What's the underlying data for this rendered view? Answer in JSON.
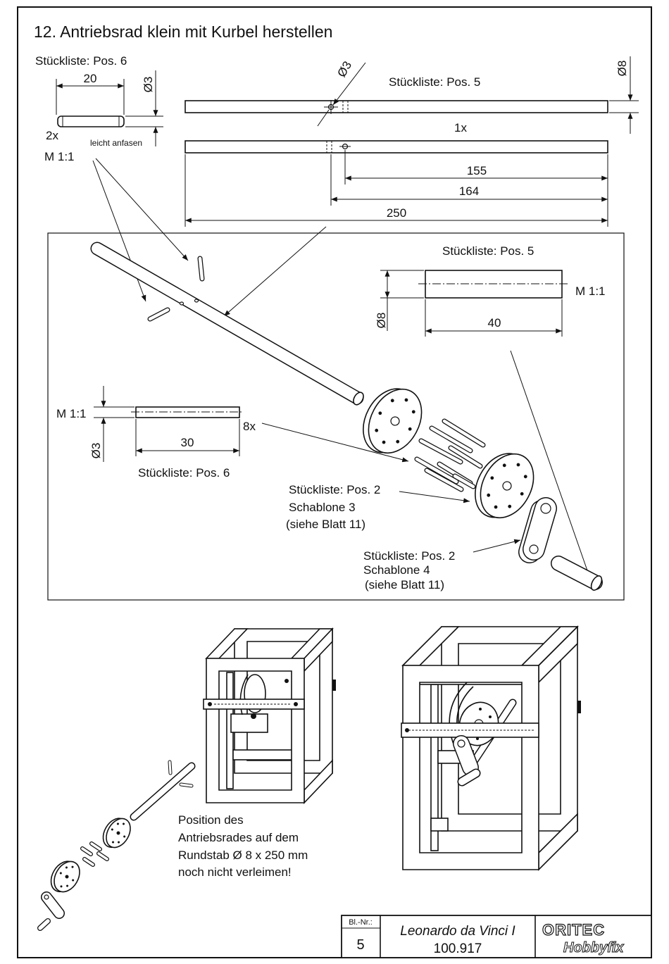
{
  "title": "12. Antriebsrad klein mit Kurbel herstellen",
  "pin_detail": {
    "parts_ref": "Stückliste: Pos. 6",
    "length": "20",
    "diameter": "Ø3",
    "quantity": "2x",
    "note": "leicht anfasen",
    "scale": "M 1:1"
  },
  "bar_detail": {
    "parts_ref": "Stückliste: Pos. 5",
    "hole_diameter": "Ø3",
    "bar_diameter": "Ø8",
    "quantity": "1x",
    "dim_a": "155",
    "dim_b": "164",
    "dim_total": "250"
  },
  "exploded": {
    "dowel": {
      "parts_ref": "Stückliste: Pos. 5",
      "diameter": "Ø8",
      "length": "40",
      "scale": "M 1:1"
    },
    "pin": {
      "parts_ref": "Stückliste: Pos. 6",
      "diameter": "Ø3",
      "length": "30",
      "scale": "M 1:1",
      "quantity": "8x"
    },
    "wheel": {
      "parts_ref": "Stückliste: Pos. 2",
      "template": "Schablone 3",
      "see": "(siehe Blatt 11)"
    },
    "crank": {
      "parts_ref": "Stückliste: Pos. 2",
      "template": "Schablone 4",
      "see": "(siehe Blatt 11)"
    }
  },
  "note_lines": [
    "Position des",
    "Antriebsrades auf dem",
    "Rundstab Ø 8 x 250 mm",
    "noch nicht verleimen!"
  ],
  "title_block": {
    "sheet_label": "Bl.-Nr.:",
    "sheet_number": "5",
    "project": "Leonardo da Vinci I",
    "article": "100.917",
    "brand": "ORITEC",
    "brand_line": "Hobbyfix"
  }
}
